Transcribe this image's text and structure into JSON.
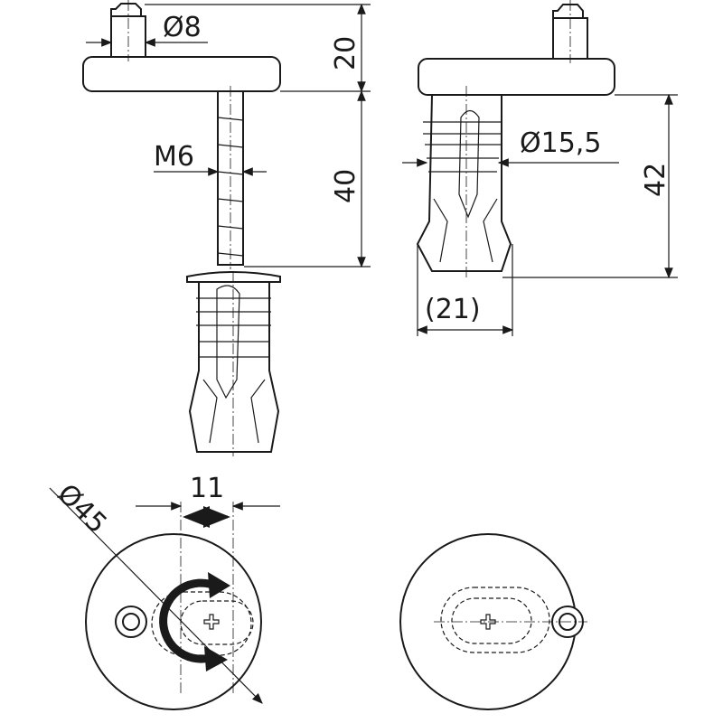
{
  "dimensions": {
    "cap_diameter": "Ø8",
    "cap_height": "20",
    "thread": "M6",
    "bolt_length": "40",
    "anchor_diameter": "Ø15,5",
    "assembled_height": "42",
    "anchor_width": "(21)",
    "plate_diameter": "Ø45",
    "offset": "11"
  },
  "colors": {
    "line": "#1a1a1a",
    "background": "#ffffff"
  }
}
